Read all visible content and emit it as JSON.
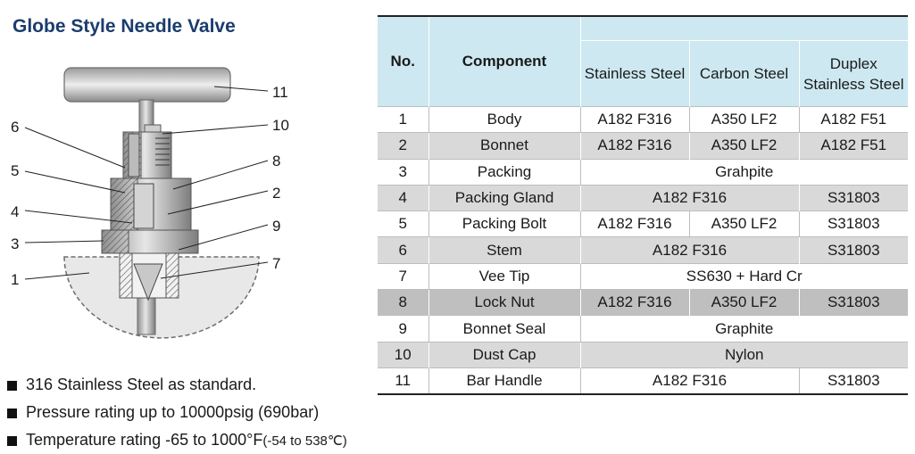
{
  "title": "Globe Style Needle Valve",
  "callouts": [
    "11",
    "10",
    "8",
    "2",
    "9",
    "7",
    "6",
    "5",
    "4",
    "3",
    "1"
  ],
  "table": {
    "headers": {
      "no": "No.",
      "component": "Component",
      "materials": [
        "Stainless Steel",
        "Carbon Steel",
        "Duplex Stainless Steel"
      ]
    },
    "rows": [
      {
        "no": "1",
        "component": "Body",
        "cells": [
          "A182 F316",
          "A350 LF2",
          "A182 F51"
        ]
      },
      {
        "no": "2",
        "component": "Bonnet",
        "cells": [
          "A182 F316",
          "A350 LF2",
          "A182 F51"
        ]
      },
      {
        "no": "3",
        "component": "Packing",
        "span_all": "Grahpite"
      },
      {
        "no": "4",
        "component": "Packing Gland",
        "span_two": "A182 F316",
        "last": "S31803"
      },
      {
        "no": "5",
        "component": "Packing Bolt",
        "cells": [
          "A182 F316",
          "A350 LF2",
          "S31803"
        ]
      },
      {
        "no": "6",
        "component": "Stem",
        "span_two": "A182 F316",
        "last": "S31803"
      },
      {
        "no": "7",
        "component": "Vee Tip",
        "span_all": "SS630 + Hard Cr"
      },
      {
        "no": "8",
        "component": "Lock Nut",
        "cells": [
          "A182 F316",
          "A350 LF2",
          "S31803"
        ]
      },
      {
        "no": "9",
        "component": "Bonnet Seal",
        "span_all": "Graphite"
      },
      {
        "no": "10",
        "component": "Dust Cap",
        "span_all": "Nylon"
      },
      {
        "no": "11",
        "component": "Bar Handle",
        "span_two": "A182 F316",
        "last": "S31803"
      }
    ]
  },
  "notes": {
    "line1": "316 Stainless Steel as standard.",
    "line2": "Pressure rating up to 10000psig (690bar)",
    "line3_main": "Temperature rating -65 to 1000°F",
    "line3_small": "(-54 to 538℃)"
  },
  "colors": {
    "title": "#1b3c6d",
    "header_bg": "#cde8f0",
    "row_shade": "#d9d9d9",
    "row_dark": "#bfbfbf"
  }
}
